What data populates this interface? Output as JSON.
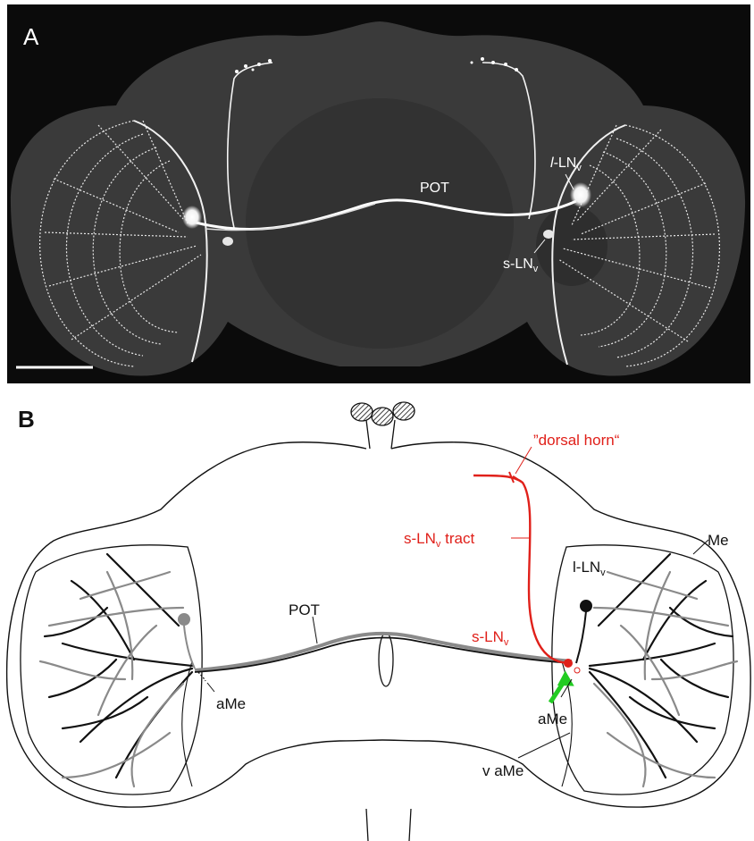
{
  "panel_a": {
    "panel_label": "A",
    "labels": {
      "pot": "POT",
      "l_lnv_prefix": "l",
      "l_lnv_main": "-LN",
      "l_lnv_sub": "v",
      "s_lnv_main": "s-LN",
      "s_lnv_sub": "v"
    }
  },
  "panel_b": {
    "panel_label": "B",
    "labels": {
      "dorsal_horn": "”dorsal horn“",
      "s_lnv_tract_main": "s-LN",
      "s_lnv_tract_sub": "v",
      "s_lnv_tract_suffix": " tract",
      "me": "Me",
      "l_lnv_main": "l-LN",
      "l_lnv_sub": "v",
      "pot": "POT",
      "s_lnv_main": "s-LN",
      "s_lnv_sub": "v",
      "ame_left": "aMe",
      "ame_right": "aMe",
      "v_ame": "v aMe"
    }
  },
  "colors": {
    "panel_a_background": "#0b0b0b",
    "brain_grey": "#3c3c3c",
    "neuron_white": "#ffffff",
    "tract_red": "#e0201a",
    "arrow_green": "#22cc22",
    "outline_black": "#111111",
    "branch_grey": "#8a8a8a"
  }
}
